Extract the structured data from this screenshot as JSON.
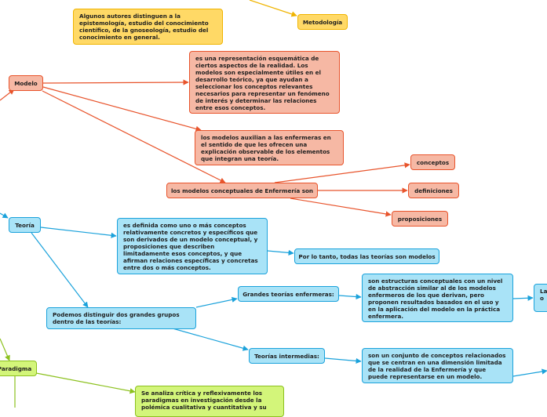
{
  "colors": {
    "yellow_fill": "#ffd966",
    "yellow_line": "#f0b400",
    "salmon_fill": "#f6b8a4",
    "salmon_line": "#e8542c",
    "blue_fill": "#a9e3f7",
    "blue_line": "#1ba2db",
    "green_fill": "#d3f57a",
    "green_line": "#8cc11e"
  },
  "nodes": {
    "autores": "Algunos autores distinguen a la epistemología, estudio del conocimiento científico, de la gnoseología, estudio del conocimiento en general.",
    "metodologia": "Metodología",
    "modelo": "Modelo",
    "representacion": "es una representación esquemática de ciertos aspectos de la realidad. Los modelos son especialmente útiles en el desarrollo teórico, ya que ayudan a seleccionar los conceptos relevantes necesarios para representar un fenómeno de interés y determinar las relaciones entre esos conceptos.",
    "auxilian": "los modelos auxilian a las enfermeras en el sentido de que les ofrecen una explicación observable de los elementos que integran una teoría.",
    "modelos_conceptuales": "los modelos conceptuales de Enfermería son",
    "conceptos": "conceptos",
    "definiciones": "definiciones",
    "proposiciones": "proposiciones",
    "teoria": "Teoría",
    "teoria_def": "es definida como uno o más conceptos relativamente concretos y específicos que son derivados de un modelo conceptual, y proposiciones que describen limitadamente esos conceptos, y que afirman relaciones específicas y concretas entre dos o más conceptos.",
    "por_lo_tanto": "Por lo tanto, todas las teorías son modelos",
    "dos_grupos": "Podemos distinguir dos grandes grupos dentro de las teorías:",
    "grandes": "Grandes teorías enfermeras:",
    "grandes_def": "son estructuras conceptuales con un nivel de abstracción similar al de los modelos enfermeros de los que derivan, pero proponen resultados basados en el uso y en la aplicación del modelo en la práctica enfermera.",
    "cortado": "La fe o",
    "intermedias": "Teorías intermedias:",
    "intermedias_def": "son un conjunto de conceptos relacionados que se centran en una dimensión limitada de la realidad de la Enfermería y que puede representarse en un modelo.",
    "paradigma": "Paradigma",
    "paradigma_def": "Se analiza crítica y reflexivamente los paradigmas en investigación desde la polémica cualitativa y cuantitativa y su"
  }
}
